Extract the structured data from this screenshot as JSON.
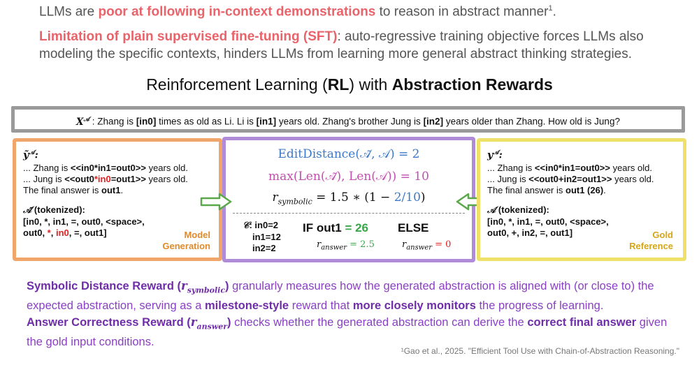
{
  "header": {
    "line1_pre": "LLMs are ",
    "line1_hl": "poor at following in-context demonstrations",
    "line1_post": " to reason in abstract manner",
    "line1_sup": "1",
    "line1_end": ".",
    "line2_hl": "Limitation of plain supervised fine-tuning (SFT)",
    "line2_post": ": auto-regressive training objective forces LLMs also modeling the specific contexts, hinders LLMs from learning more general abstract thinking strategies."
  },
  "title": {
    "pre": "Reinforcement Learning (",
    "rl": "RL",
    "mid": ") with ",
    "bold": "Abstraction Rewards"
  },
  "question": {
    "symbol": "X",
    "symbol_sup": "𝒜",
    "sep": " : ",
    "t1": "Zhang is ",
    "v1": "[in0]",
    "t2": " times as old as Li. Li is ",
    "v2": "[in1]",
    "t3": " years old. Zhang's brother Jung is ",
    "v3": "[in2]",
    "t4": " years older than Zhang. How old is Jung?"
  },
  "generation": {
    "symbol": "ỹ",
    "symbol_sup": "𝒜",
    "l1_pre": "... Zhang is ",
    "l1_b": "<<in0*in1=out0>>",
    "l1_post": " years old.",
    "l2_pre": "... Jung is ",
    "l2_b1": "<<out0",
    "l2_r": "*in0",
    "l2_b2": "=out1>>",
    "l2_post": " years old.",
    "l3_pre": "The final answer is ",
    "l3_b": "out1",
    "l3_post": ".",
    "tok_symbol": "𝒜̃",
    "tok_label": " (tokenized):",
    "tok_l1": "[in0, *, in1, =, out0, <space>,",
    "tok_l2_a": "out0, ",
    "tok_l2_r1": "*",
    "tok_l2_b": ", ",
    "tok_l2_r2": "in0",
    "tok_l2_c": ", =, out1]",
    "label1": "Model",
    "label2": "Generation"
  },
  "reward": {
    "edit_distance": "EditDistance(𝒜̃, 𝒜) = 2",
    "max_len": "max(Len(𝒜̃), Len(𝒜)) = 10",
    "r_sym_r": "r",
    "r_sym_sub": "symbolic",
    "r_sym_eq": " = 1.5 ∗ (1 − ",
    "r_sym_frac": "2/10",
    "r_sym_close": ")",
    "c_symbol": "𝒞",
    "c_l1": ": in0=2",
    "c_l2": "in1=12",
    "c_l3": "in2=2",
    "if_pre": "IF out1 ",
    "if_eq": "= 26",
    "else": "ELSE",
    "ra_r": "r",
    "ra_sub": "answer",
    "ra1_val": "= 2.5",
    "ra2_val": "= 0"
  },
  "gold": {
    "symbol": "y",
    "symbol_sup": "𝒜",
    "l1_pre": "... Zhang is ",
    "l1_b": "<<in0*in1=out0>>",
    "l1_post": " years old.",
    "l2_pre": "... Jung is ",
    "l2_b": "<<out0+in2=out1>>",
    "l2_post": " years old.",
    "l3_pre": "The final answer is ",
    "l3_b": "out1 (26)",
    "l3_post": ".",
    "tok_symbol": "𝒜",
    "tok_label": " (tokenized):",
    "tok_l1": "[in0, *, in1, =, out0, <space>,",
    "tok_l2": "out0, +, in2, =, out1]",
    "label1": "Gold",
    "label2": "Reference"
  },
  "bottom": {
    "p1_b1": "Symbolic Distance Reward (",
    "p1_r": "r",
    "p1_sub": "symbolic",
    "p1_b1_close": ")",
    "p1_t1": " granularly measures how the generated abstraction is aligned with (or close to) the expected abstraction, serving as a ",
    "p1_b2": "milestone-style",
    "p1_t2": " reward that ",
    "p1_b3": "more closely monitors",
    "p1_t3": " the progress of learning.",
    "p2_b1": "Answer Correctness Reward (",
    "p2_r": "r",
    "p2_sub": "answer",
    "p2_b1_close": ")",
    "p2_t1": " checks whether the generated abstraction can derive the ",
    "p2_b2": "correct final answer",
    "p2_t2": " given the gold input conditions."
  },
  "footnote": "¹Gao et al., 2025. \"Efficient Tool Use with Chain-of-Abstraction Reasoning.\"",
  "colors": {
    "highlight_red": "#e8646a",
    "generation_border": "#f0a56a",
    "reward_border": "#b08bd8",
    "gold_border": "#efe06a",
    "question_border": "#9a9a9a",
    "bottom_text": "#8a3fc4",
    "arrow_green": "#5aa84a"
  }
}
